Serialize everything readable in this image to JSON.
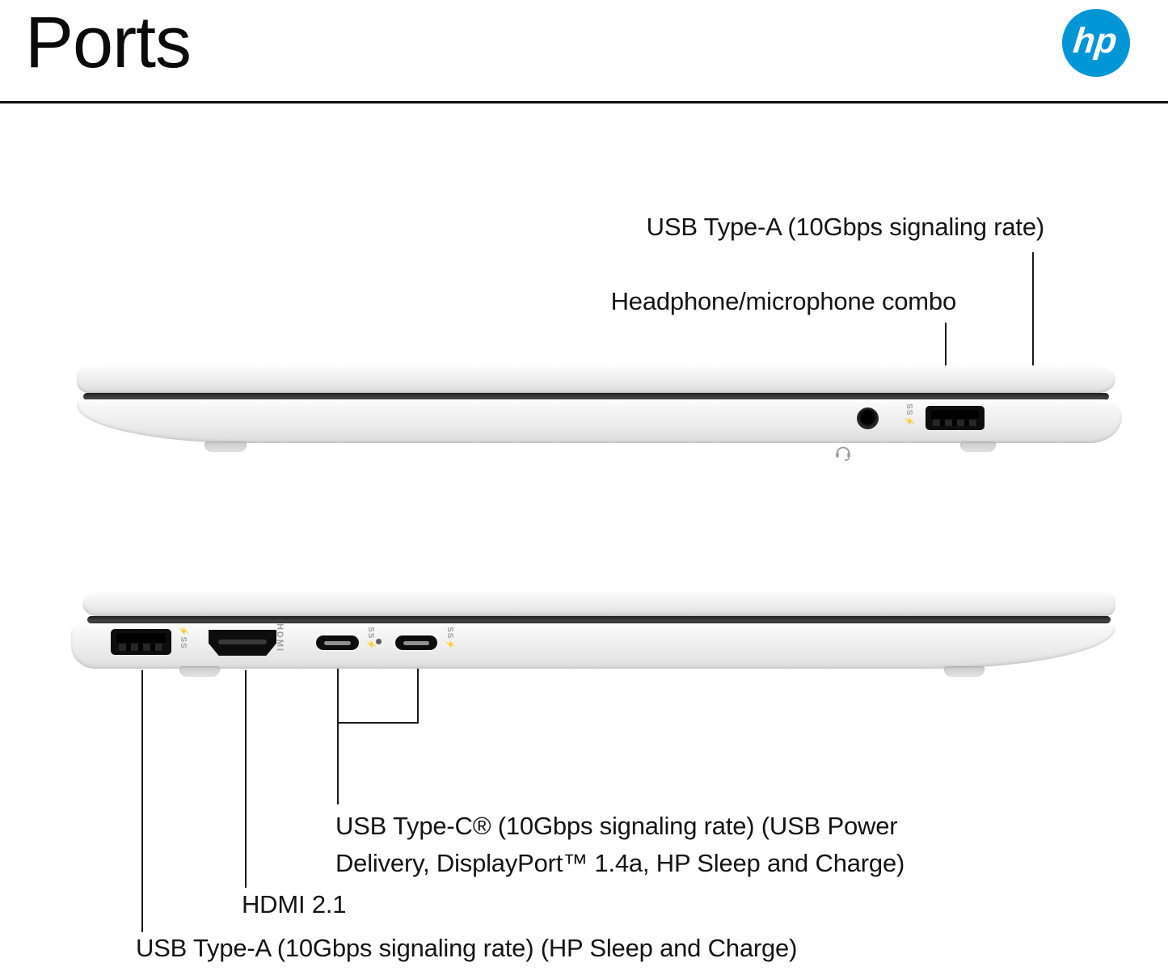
{
  "header": {
    "title": "Ports",
    "logo_text": "hp"
  },
  "colors": {
    "hp_blue": "#0096d6",
    "ink": "#111111",
    "hinge": "#3b3b3b",
    "port": "#0d0d0d",
    "mark": "#a0a0a0"
  },
  "right_side_view": {
    "callouts": [
      {
        "id": "usb-a",
        "label": "USB Type-A (10Gbps signaling rate)"
      },
      {
        "id": "headphone",
        "label": "Headphone/microphone combo"
      }
    ],
    "usb_a_mark": "SS⚡"
  },
  "left_side_view": {
    "callouts": {
      "usb_c": {
        "line1": "USB Type-C® (10Gbps signaling rate) (USB Power",
        "line2": "Delivery, DisplayPort™ 1.4a, HP Sleep and Charge)"
      },
      "hdmi": {
        "label": "HDMI 2.1"
      },
      "usb_a": {
        "label": "USB Type-A (10Gbps signaling rate) (HP Sleep and Charge)"
      }
    },
    "hdmi_port_label": "HDMI",
    "usb_a_mark": "⚡SS",
    "usb_c_mark_1": "SS⚡",
    "usb_c_mark_2": "SS⚡"
  }
}
